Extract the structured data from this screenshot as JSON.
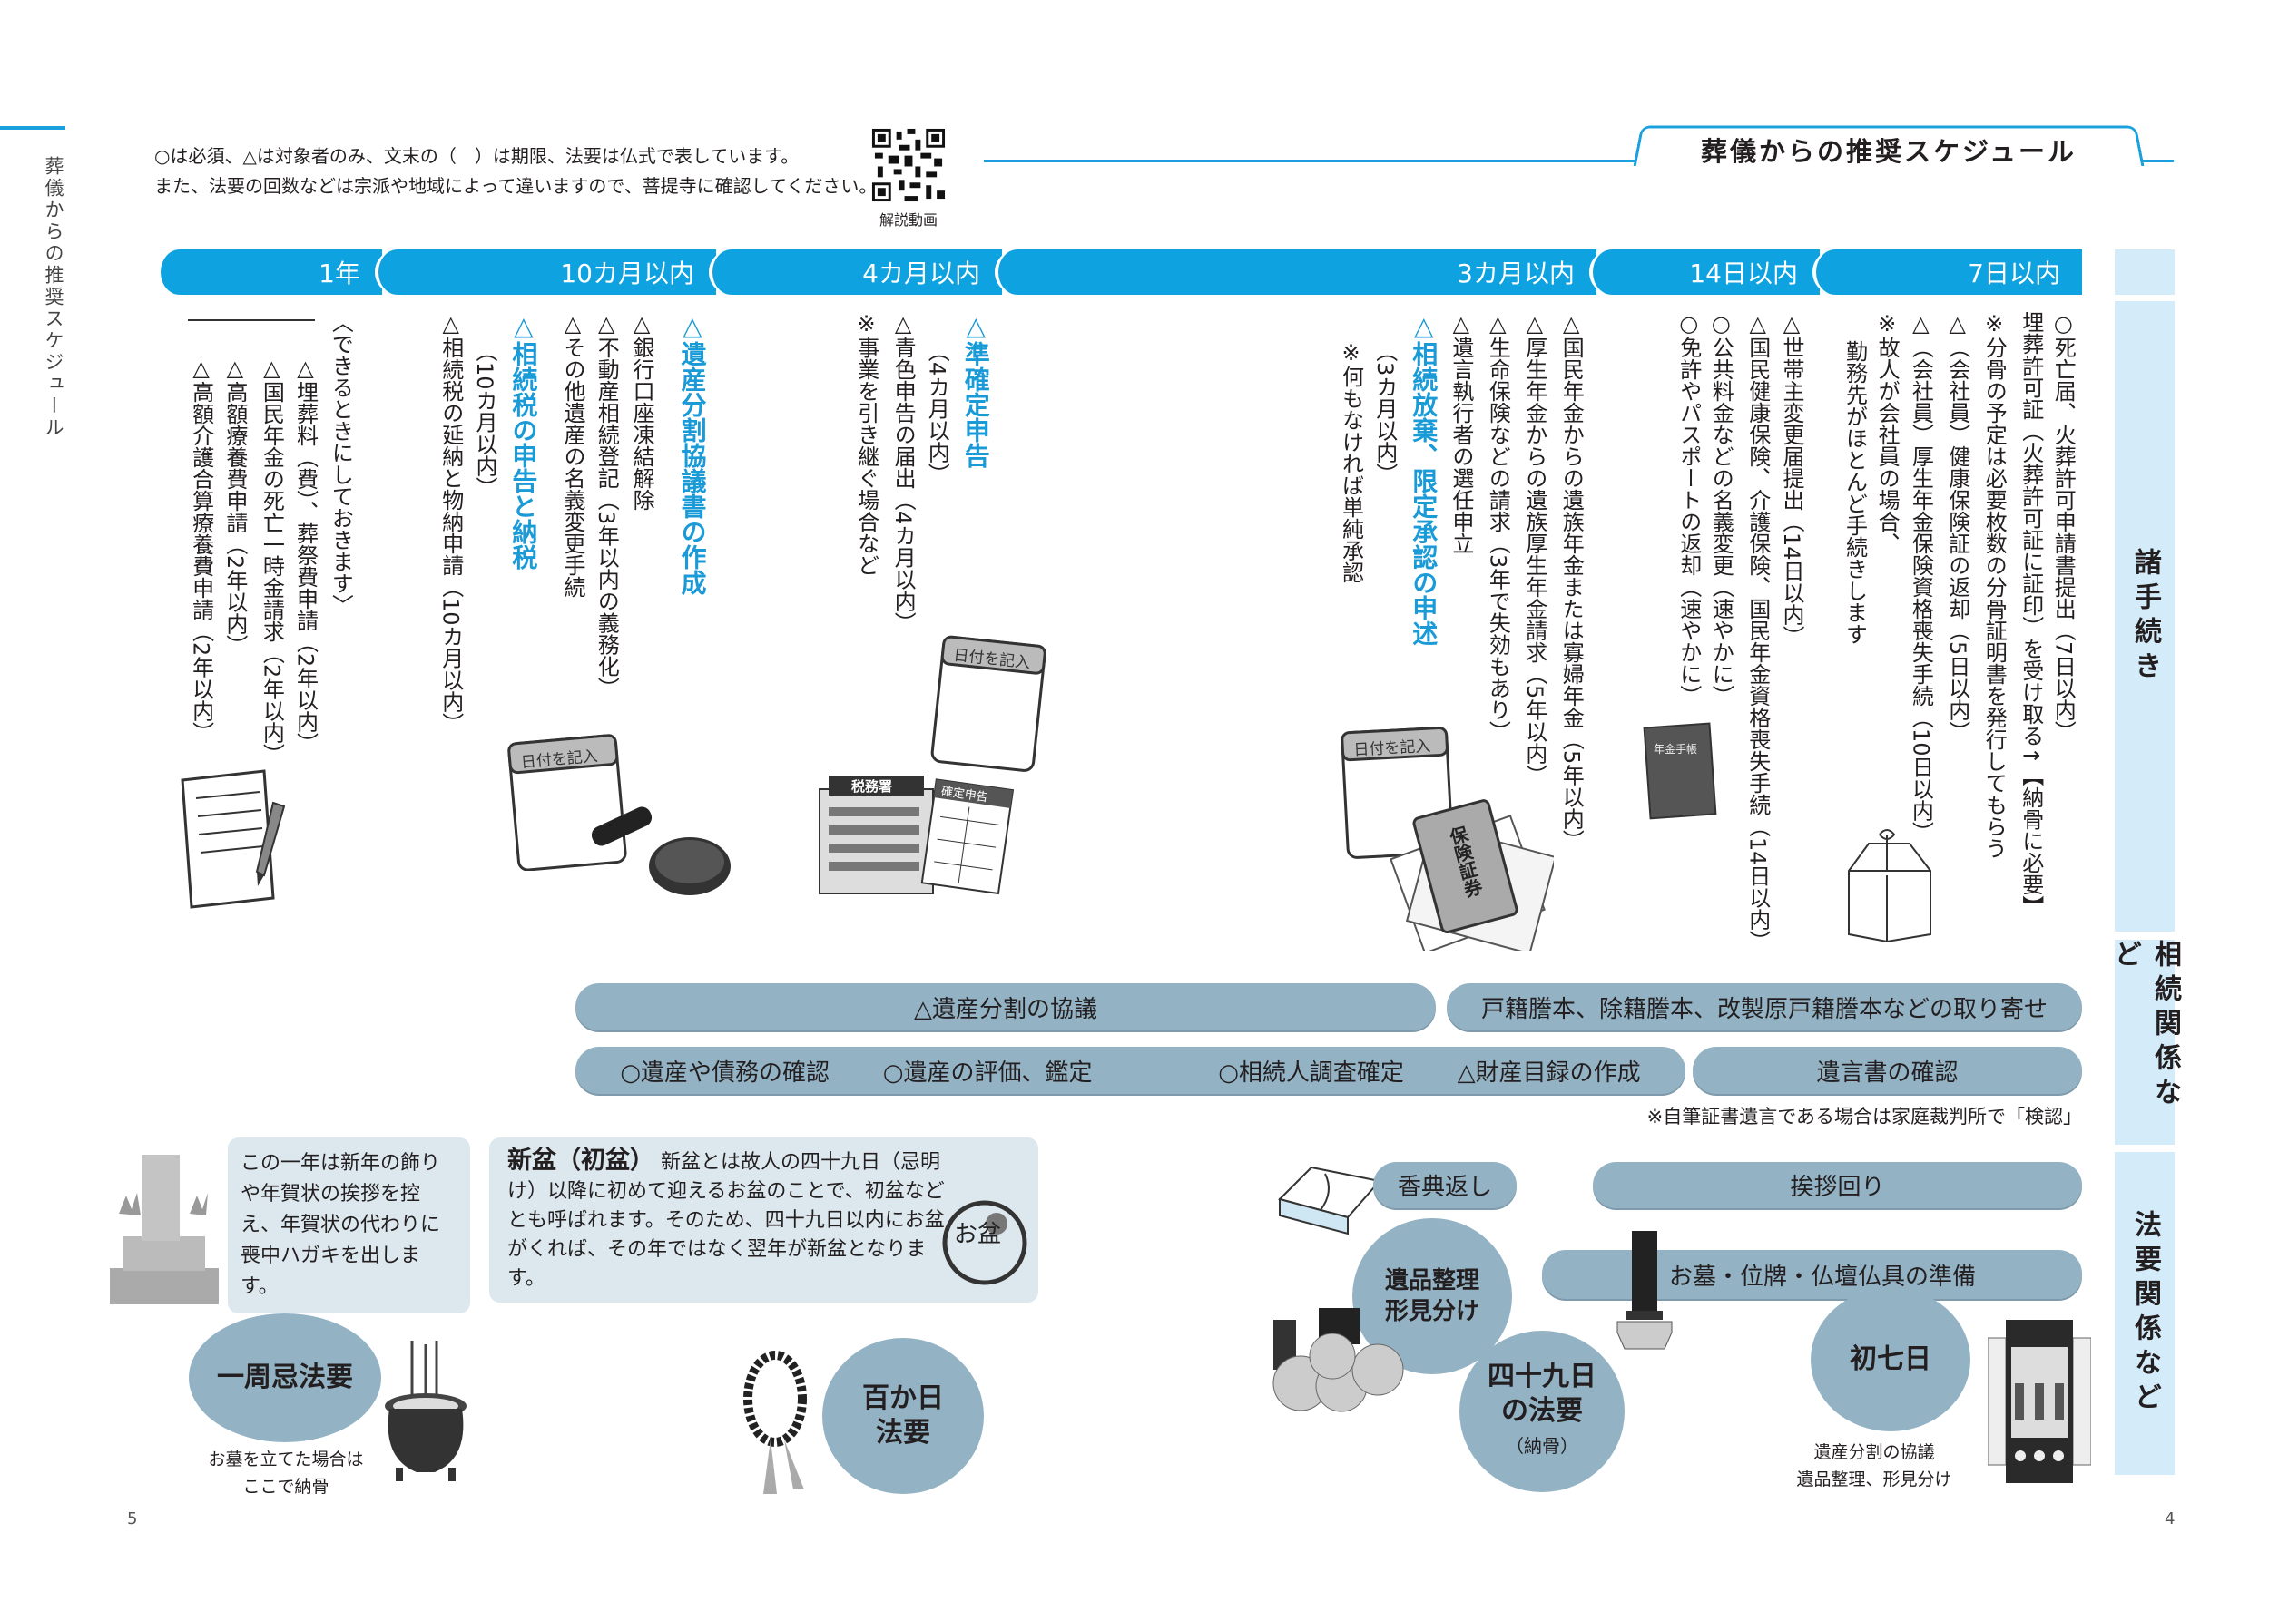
{
  "side_title": "葬儀からの推奨スケジュール",
  "notes": [
    "○は必須、△は対象者のみ、文末の（　）は期限、法要は仏式で表しています。",
    "また、法要の回数などは宗派や地域によって違いますので、菩提寺に確認してください。"
  ],
  "qr_label": "解説動画",
  "title": "葬儀からの推奨スケジュール",
  "timeline": [
    "1年",
    "10カ月以内",
    "4カ月以内",
    "3カ月以内",
    "14日以内",
    "7日以内"
  ],
  "categories": [
    "諸手続き",
    "相続関係など",
    "法要関係など"
  ],
  "procedures": [
    {
      "period": "7日以内",
      "items": [
        {
          "text": "○死亡届、火葬許可申請書提出（7日以内）"
        },
        {
          "text": "埋葬許可証（火葬許可証に証印）を受け取る↑【納骨に必要】"
        },
        {
          "text": "※分骨の予定は必要枚数の分骨証明書を発行してもらう"
        },
        {
          "text": "△（会社員）健康保険証の返却（5日以内）"
        },
        {
          "text": "△（会社員）厚生年金保険資格喪失手続（10日以内）"
        },
        {
          "text": "※故人が会社員の場合、"
        },
        {
          "text": "勤務先がほとんど手続きします"
        }
      ]
    },
    {
      "period": "14日以内",
      "items": [
        {
          "text": "△世帯主変更届提出（14日以内）"
        },
        {
          "text": "△国民健康保険、介護保険、国民年金資格喪失手続（14日以内）"
        },
        {
          "text": "○公共料金などの名義変更（速やかに）"
        },
        {
          "text": "○免許やパスポートの返却（速やかに）"
        }
      ]
    },
    {
      "period": "3カ月以内",
      "items": [
        {
          "text": "△国民年金からの遺族年金または寡婦年金（5年以内）"
        },
        {
          "text": "△厚生年金からの遺族厚生年金請求（5年以内）"
        },
        {
          "text": "△生命保険などの請求（3年で失効もあり）"
        },
        {
          "text": "△遺言執行者の選任申立"
        },
        {
          "text": "△相続放棄、限定承認の申述",
          "heading": true
        },
        {
          "text": "（3カ月以内）"
        },
        {
          "text": "※何もなければ単純承認"
        }
      ]
    },
    {
      "period": "4カ月以内",
      "items": [
        {
          "text": "△準確定申告",
          "heading": true
        },
        {
          "text": "（4カ月以内）"
        },
        {
          "text": "△青色申告の届出（4カ月以内）"
        },
        {
          "text": "※事業を引き継ぐ場合など"
        }
      ]
    },
    {
      "period": "10カ月以内",
      "items": [
        {
          "text": "△遺産分割協議書の作成",
          "heading": true
        },
        {
          "text": "△銀行口座凍結解除"
        },
        {
          "text": "△不動産相続登記（3年以内の義務化）"
        },
        {
          "text": "△その他遺産の名義変更手続"
        },
        {
          "text": "△相続税の申告と納税",
          "heading": true
        },
        {
          "text": "（10カ月以内）"
        },
        {
          "text": "△相続税の延納と物納申請（10カ月以内）"
        }
      ]
    },
    {
      "period": "1年",
      "items": [
        {
          "text": "〈できるときにしておきます〉"
        },
        {
          "text": "△埋葬料（費）、葬祭費申請（2年以内）"
        },
        {
          "text": "△国民年金の死亡一時金請求（2年以内）"
        },
        {
          "text": "△高額療養費申請（2年以内）"
        },
        {
          "text": "△高額介護合算療養費申請（2年以内）"
        }
      ]
    }
  ],
  "illustrations": {
    "calendar_label": "日付を記入",
    "tax_office": "税務署",
    "tax_return": "確定申告",
    "pension_book": "年金手帳",
    "insurance": "保険証券",
    "obon_mark": "お盆"
  },
  "inheritance": {
    "row1": [
      "△遺産分割の協議",
      "戸籍謄本、除籍謄本、改製原戸籍謄本などの取り寄せ"
    ],
    "row2_left": [
      "○遺産や債務の確認",
      "○遺産の評価、鑑定",
      "○相続人調査確定",
      "△財産目録の作成"
    ],
    "row2_right": "遺言書の確認",
    "footnote": "※自筆証書遺言である場合は家庭裁判所で「検認」"
  },
  "memorial": {
    "box1": "この一年は新年の飾りや年賀状の挨拶を控え、年賀状の代わりに喪中ハガキを出します。",
    "box2_title": "新盆（初盆）",
    "box2_text": "新盆とは故人の四十九日（忌明け）以降に初めて迎えるお盆のことで、初盆などとも呼ばれます。そのため、四十九日以内にお盆がくれば、その年ではなく翌年が新盆となります。",
    "isshuki": "一周忌法要",
    "isshuki_caption": [
      "お墓を立てた場合は",
      "ここで納骨"
    ],
    "hyakkanichi": [
      "百か日",
      "法要"
    ],
    "koden": "香典返し",
    "aisatsu": "挨拶回り",
    "ohaka": "お墓・位牌・仏壇仏具の準備",
    "ihin": [
      "遺品整理",
      "形見分け"
    ],
    "shijukunichi": [
      "四十九日",
      "の法要",
      "（納骨）"
    ],
    "shonanoka": "初七日",
    "shonanoka_caption": [
      "遺産分割の協議",
      "遺品整理、形見分け"
    ]
  },
  "page_numbers": {
    "left": "5",
    "right": "4"
  },
  "colors": {
    "accent": "#0ea2e0",
    "bar": "#93b3c5",
    "box": "#dce8ee",
    "category": "#d4ecf9",
    "heading_text": "#1a9ad6"
  }
}
